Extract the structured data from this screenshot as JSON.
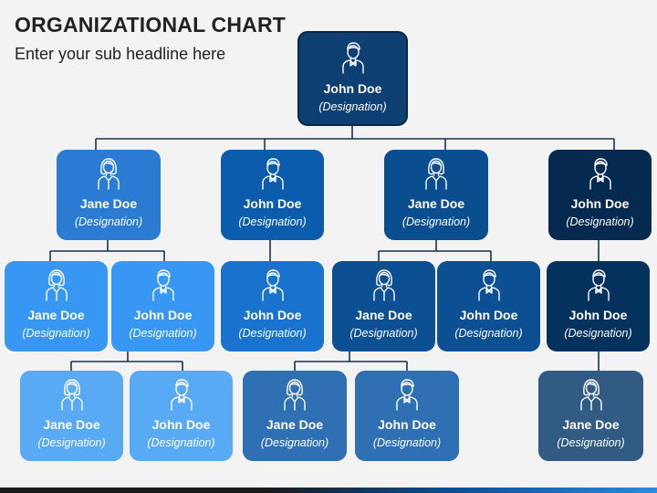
{
  "header": {
    "title": "ORGANIZATIONAL CHART",
    "subtitle": "Enter your sub headline here"
  },
  "nodes": [
    {
      "id": "ceo",
      "name": "John Doe",
      "designation": "(Designation)",
      "icon": "male-user-icon",
      "color": "#0d3f73"
    },
    {
      "id": "l2-1",
      "name": "Jane Doe",
      "designation": "(Designation)",
      "icon": "female-user-icon",
      "color": "#2b7bd3"
    },
    {
      "id": "l2-2",
      "name": "John Doe",
      "designation": "(Designation)",
      "icon": "male-user-icon",
      "color": "#0b5cad"
    },
    {
      "id": "l2-3",
      "name": "Jane Doe",
      "designation": "(Designation)",
      "icon": "female-user-icon",
      "color": "#0b4e90"
    },
    {
      "id": "l2-4",
      "name": "John Doe",
      "designation": "(Designation)",
      "icon": "male-user-icon",
      "color": "#062a4f"
    },
    {
      "id": "l3-1",
      "name": "Jane Doe",
      "designation": "(Designation)",
      "icon": "female-user-icon",
      "color": "#3797f2"
    },
    {
      "id": "l3-2",
      "name": "John Doe",
      "designation": "(Designation)",
      "icon": "male-user-icon",
      "color": "#3797f2"
    },
    {
      "id": "l3-3",
      "name": "John Doe",
      "designation": "(Designation)",
      "icon": "male-user-icon",
      "color": "#1a72cf"
    },
    {
      "id": "l3-4",
      "name": "Jane Doe",
      "designation": "(Designation)",
      "icon": "female-user-icon",
      "color": "#0d4f93"
    },
    {
      "id": "l3-5",
      "name": "John Doe",
      "designation": "(Designation)",
      "icon": "male-user-icon",
      "color": "#0d4f93"
    },
    {
      "id": "l3-6",
      "name": "John Doe",
      "designation": "(Designation)",
      "icon": "male-user-icon",
      "color": "#05315e"
    },
    {
      "id": "l4-1",
      "name": "Jane Doe",
      "designation": "(Designation)",
      "icon": "female-user-icon",
      "color": "#59aaf5"
    },
    {
      "id": "l4-2",
      "name": "John Doe",
      "designation": "(Designation)",
      "icon": "male-user-icon",
      "color": "#59aaf5"
    },
    {
      "id": "l4-3",
      "name": "Jane Doe",
      "designation": "(Designation)",
      "icon": "female-user-icon",
      "color": "#2f6fb4"
    },
    {
      "id": "l4-4",
      "name": "John Doe",
      "designation": "(Designation)",
      "icon": "male-user-icon",
      "color": "#2f6fb4"
    },
    {
      "id": "l4-5",
      "name": "Jane Doe",
      "designation": "(Designation)",
      "icon": "female-user-icon",
      "color": "#315b82"
    }
  ]
}
